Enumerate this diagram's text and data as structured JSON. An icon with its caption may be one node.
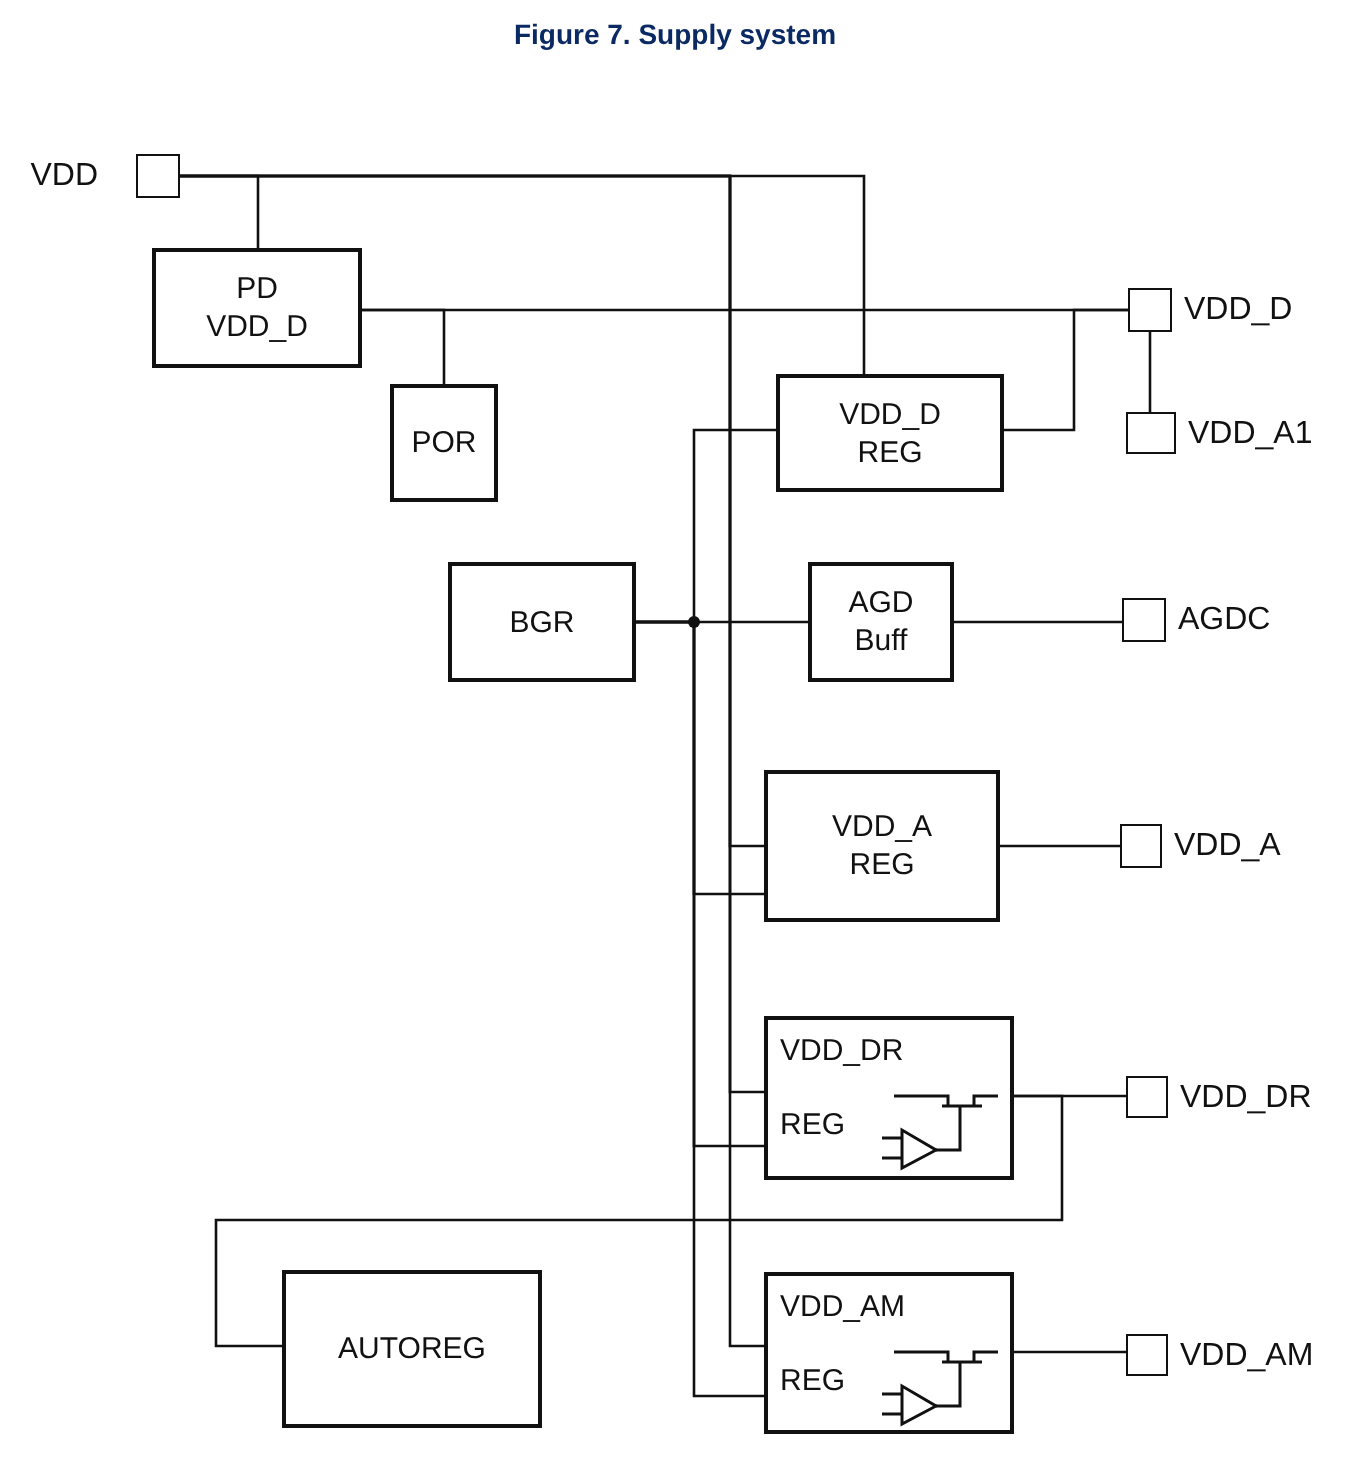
{
  "diagram": {
    "title": "Figure 7. Supply system",
    "nodes": [
      {
        "text": [],
        "shape": "box",
        "beside": [
          "VDD"
        ]
      },
      {
        "text": [
          "PD VDD_D"
        ]
      },
      {
        "text": [
          "POR"
        ]
      },
      {
        "text": [],
        "shape": "box",
        "beside": [
          "VDD_D"
        ]
      },
      {
        "text": [
          "VDD_D REG"
        ]
      },
      {
        "text": [],
        "shape": "box",
        "beside": [
          "VDD_A1"
        ]
      },
      {
        "text": [
          "BGR"
        ]
      },
      {
        "text": [
          "AGD Buff"
        ]
      },
      {
        "text": [],
        "shape": "box",
        "beside": [
          "AGDC"
        ]
      },
      {
        "text": [
          "VDD_A REG"
        ]
      },
      {
        "text": [],
        "shape": "box",
        "beside": [
          "VDD_A"
        ]
      },
      {
        "text": [
          "VDD_DR",
          "REG"
        ]
      },
      {
        "text": [],
        "shape": "box",
        "beside": [
          "VDD_DR"
        ]
      },
      {
        "text": [
          "AUTOREG"
        ]
      },
      {
        "text": [
          "VDD_AM",
          "REG"
        ]
      },
      {
        "text": [],
        "shape": "box",
        "beside": [
          "VDD_AM"
        ]
      }
    ],
    "edges": [
      {
        "from": 0,
        "to": 1,
        "arrow": "none"
      },
      {
        "from": 0,
        "to": 4,
        "arrow": "none"
      },
      {
        "from": 0,
        "to": 9,
        "arrow": "none"
      },
      {
        "from": 0,
        "to": 11,
        "arrow": "none"
      },
      {
        "from": 0,
        "to": 14,
        "arrow": "none"
      },
      {
        "from": 1,
        "to": 3,
        "arrow": "none"
      },
      {
        "from": 1,
        "to": 2,
        "arrow": "none"
      },
      {
        "from": 4,
        "to": 3,
        "arrow": "none"
      },
      {
        "from": 3,
        "to": 5,
        "arrow": "none"
      },
      {
        "from": 6,
        "to": 7,
        "arrow": "none"
      },
      {
        "from": 6,
        "to": 4,
        "arrow": "none"
      },
      {
        "from": 6,
        "to": 9,
        "arrow": "none"
      },
      {
        "from": 6,
        "to": 11,
        "arrow": "none"
      },
      {
        "from": 6,
        "to": 14,
        "arrow": "none"
      },
      {
        "from": 7,
        "to": 8,
        "arrow": "none"
      },
      {
        "from": 9,
        "to": 10,
        "arrow": "none"
      },
      {
        "from": 11,
        "to": 12,
        "arrow": "none"
      },
      {
        "from": 11,
        "to": 13,
        "arrow": "none"
      },
      {
        "from": 14,
        "to": 15,
        "arrow": "none"
      }
    ]
  }
}
